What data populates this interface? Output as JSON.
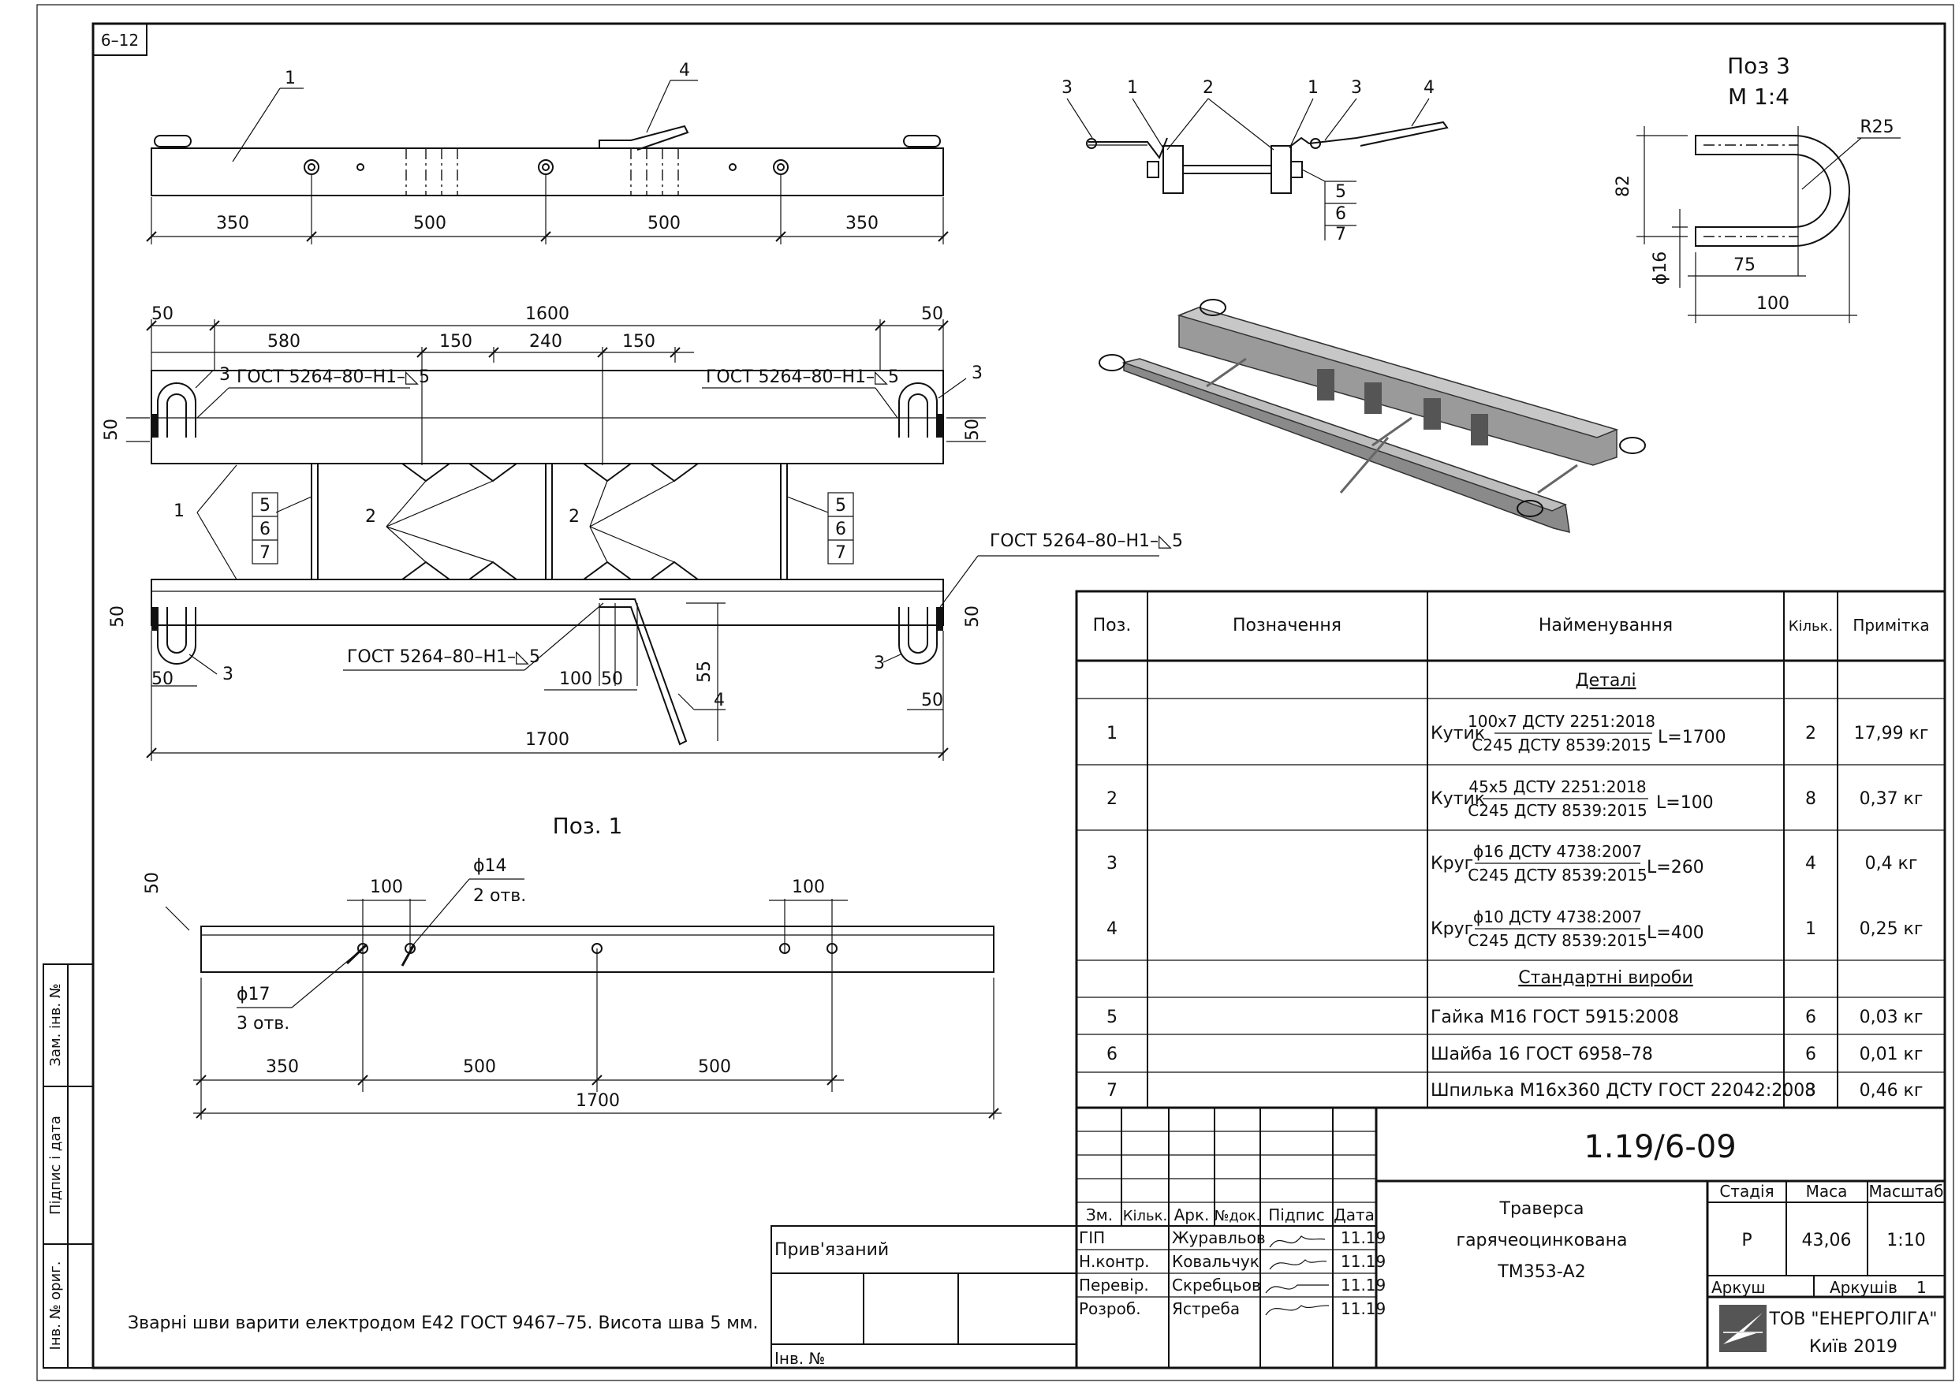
{
  "sheet_code": "6–12",
  "code": "1.19/6-09",
  "views": {
    "poz1_label": "Поз. 1",
    "poz3_label": "Поз 3",
    "poz3_scale": "М 1:4"
  },
  "callouts": {
    "p1": "1",
    "p2": "2",
    "p3": "3",
    "p4": "4",
    "p5": "5",
    "p6": "6",
    "p7": "7"
  },
  "dims": {
    "d350": "350",
    "d500": "500",
    "d50": "50",
    "d1600": "1600",
    "d580": "580",
    "d150": "150",
    "d240": "240",
    "d1700": "1700",
    "d100": "100",
    "d55": "55",
    "d82": "82",
    "d75": "75",
    "phi16": "ϕ16",
    "r25": "R25",
    "phi14": "ϕ14",
    "holes2": "2 отв.",
    "phi17": "ϕ17",
    "holes3": "3 отв."
  },
  "weld": "ГОСТ 5264–80–Н1–◺5",
  "note": "Зварні шви варити електродом Е42 ГОСТ 9467–75. Висота шва 5 мм.",
  "spec_headers": {
    "pos": "Поз.",
    "designation": "Позначення",
    "name": "Найменування",
    "qty": "Кільк.",
    "note": "Примітка"
  },
  "spec_sections": {
    "details": "Деталі",
    "standard": "Стандартні вироби"
  },
  "spec_rows": [
    {
      "pos": "1",
      "type": "Кутик",
      "top": "100х7 ДСТУ 2251:2018",
      "bottom": "С245 ДСТУ 8539:2015",
      "len": "L=1700",
      "qty": "2",
      "note": "17,99 кг"
    },
    {
      "pos": "2",
      "type": "Кутик",
      "top": "45х5 ДСТУ 2251:2018",
      "bottom": "С245 ДСТУ 8539:2015",
      "len": "L=100",
      "qty": "8",
      "note": "0,37 кг"
    },
    {
      "pos": "3",
      "type": "Круг",
      "top": "ϕ16 ДСТУ 4738:2007",
      "bottom": "С245 ДСТУ 8539:2015",
      "len": "L=260",
      "qty": "4",
      "note": "0,4 кг"
    },
    {
      "pos": "4",
      "type": "Круг",
      "top": "ϕ10 ДСТУ 4738:2007",
      "bottom": "С245 ДСТУ 8539:2015",
      "len": "L=400",
      "qty": "1",
      "note": "0,25 кг"
    }
  ],
  "std_rows": [
    {
      "pos": "5",
      "name": "Гайка М16 ГОСТ 5915:2008",
      "qty": "6",
      "note": "0,03 кг"
    },
    {
      "pos": "6",
      "name": "Шайба 16 ГОСТ 6958–78",
      "qty": "6",
      "note": "0,01 кг"
    },
    {
      "pos": "7",
      "name": "Шпилька М16х360 ДСТУ ГОСТ 22042:2008",
      "qty": "3",
      "note": "0,46 кг"
    }
  ],
  "title_block": {
    "h_zm": "Зм.",
    "h_kilk": "Кільк.",
    "h_ark": "Арк.",
    "h_ndok": "№док.",
    "h_pidpys": "Підпис",
    "h_data": "Дата",
    "roles": [
      "ГІП",
      "Н.контр.",
      "Перевір.",
      "Розроб."
    ],
    "names": [
      "Журавльов",
      "Ковальчук",
      "Скребцьов",
      "Ястреба"
    ],
    "dates": [
      "11.19",
      "11.19",
      "11.19",
      "11.19"
    ],
    "title_line1": "Траверса",
    "title_line2": "гарячеоцинкована",
    "title_line3": "ТМ353-А2",
    "h_stage": "Стадія",
    "h_mass": "Маса",
    "h_scale": "Масштаб",
    "stage": "Р",
    "mass": "43,06",
    "scale": "1:10",
    "sheet_label": "Аркуш",
    "sheets_label": "Аркушів",
    "sheets": "1",
    "company": "ТОВ \"ЕНЕРГОЛІГА\"",
    "city_year": "Київ 2019",
    "attached": "Прив'язаний",
    "inv_no": "Інв. №"
  },
  "side_stamp": {
    "zam": "Зам. інв. №",
    "pidpys": "Підпис і дата",
    "inv": "Інв. № ориг."
  }
}
